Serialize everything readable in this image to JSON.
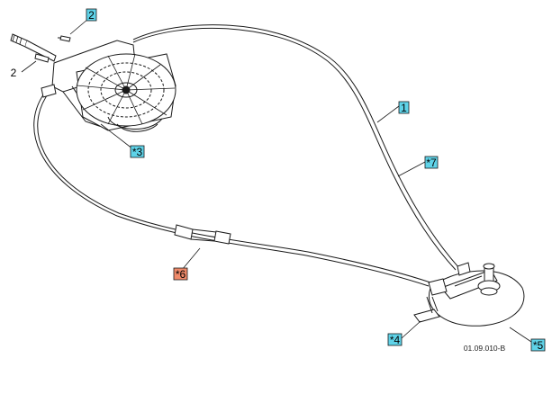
{
  "callouts": {
    "c1": "1",
    "c2_top": "2",
    "c2_left": "2",
    "c3": "*3",
    "c4": "*4",
    "c5": "*5",
    "c6": "*6",
    "c7": "*7"
  },
  "drawing_code": "01.09.010-B",
  "colors": {
    "callout_box_cyan": "#5fd3e8",
    "callout_box_orange": "#f08a6a",
    "line": "#1a1a1a"
  }
}
